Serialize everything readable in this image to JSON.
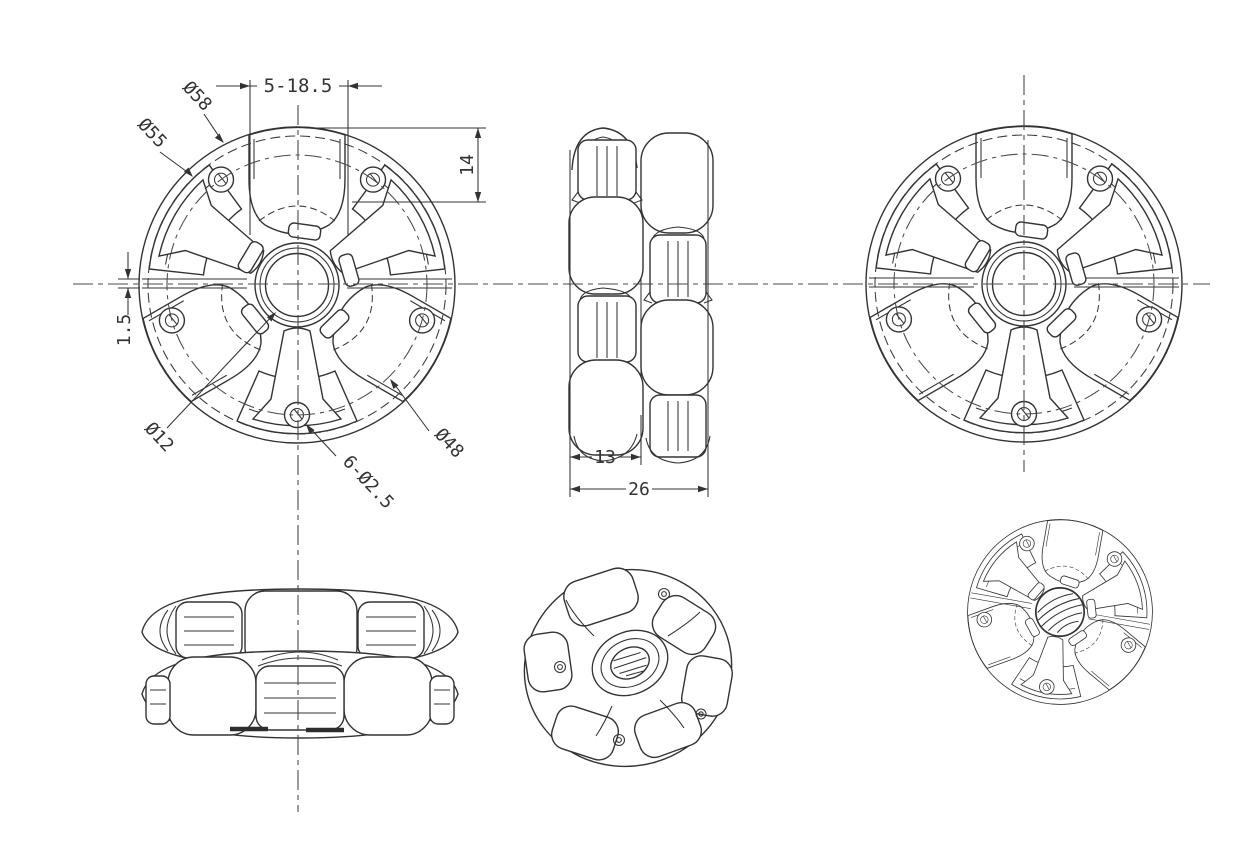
{
  "page": {
    "background": "#ffffff"
  },
  "drawing": {
    "line_color": "#333333",
    "centerline_color": "#4a4a4a",
    "dimensions": {
      "roller_spacing": "5-18.5",
      "outer_diameter": "Ø58",
      "rim_diameter": "Ø55",
      "roller_section": "14",
      "row_offset": "1.5",
      "bore_diameter": "Ø12",
      "mounting_holes": "6-Ø2.5",
      "bolt_circle": "Ø48",
      "row_width": "13",
      "overall_width": "26"
    }
  }
}
